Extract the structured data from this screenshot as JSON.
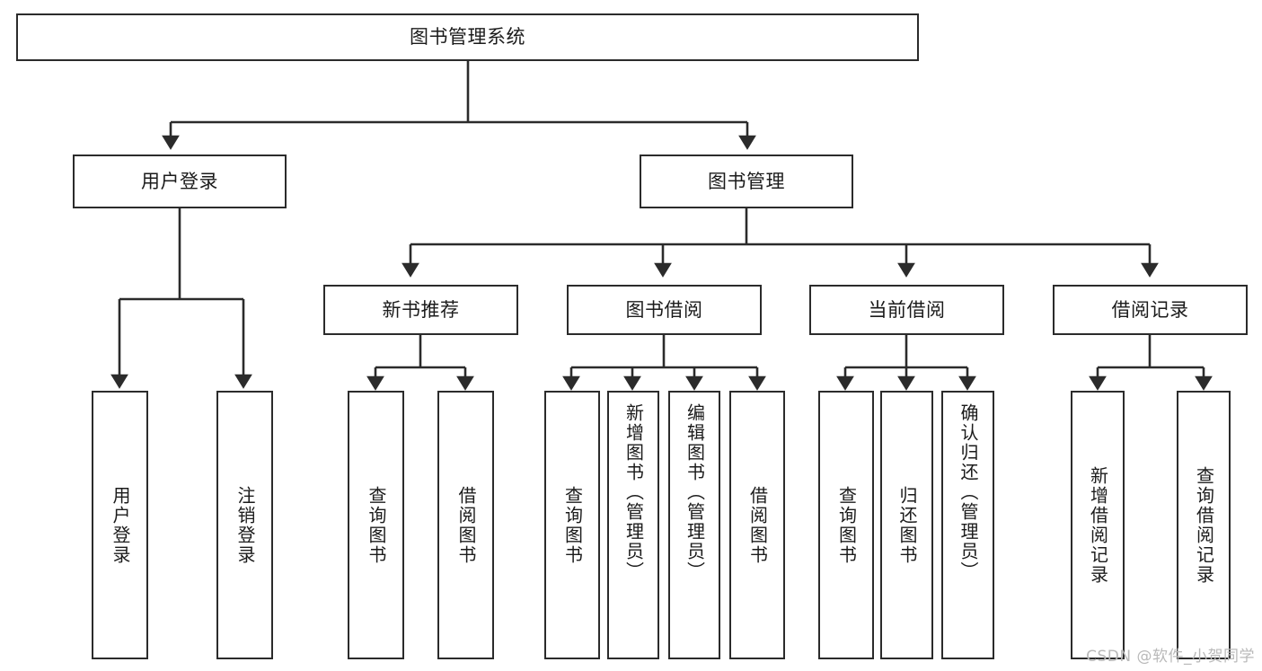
{
  "diagram": {
    "title": "图书管理系统",
    "watermark": "CSDN @软件_小贺同学",
    "colors": {
      "background": "#ffffff",
      "box_border": "#2b2b2b",
      "box_fill": "#ffffff",
      "connector": "#2b2b2b",
      "text": "#1b1b1b",
      "watermark": "#b9b9b9"
    },
    "levels": {
      "root": "图书管理系统",
      "level2": [
        "用户登录",
        "图书管理"
      ],
      "level3": [
        "新书推荐",
        "图书借阅",
        "当前借阅",
        "借阅记录"
      ]
    },
    "nodes": {
      "root": {
        "label": "图书管理系统"
      },
      "user_login": {
        "label": "用户登录"
      },
      "book_manage": {
        "label": "图书管理"
      },
      "new_book_rec": {
        "label": "新书推荐"
      },
      "book_borrow": {
        "label": "图书借阅"
      },
      "current_borrow": {
        "label": "当前借阅"
      },
      "borrow_record": {
        "label": "借阅记录"
      },
      "leaf_user_login": {
        "label": "用户登录"
      },
      "leaf_user_logout": {
        "label": "注销登录"
      },
      "leaf_query_book_1": {
        "label": "查询图书"
      },
      "leaf_borrow_book_1": {
        "label": "借阅图书"
      },
      "leaf_query_book_2": {
        "label": "查询图书"
      },
      "leaf_add_book_admin": {
        "label": "新增图书（管理员）"
      },
      "leaf_edit_book_admin": {
        "label": "编辑图书（管理员）"
      },
      "leaf_borrow_book_2": {
        "label": "借阅图书"
      },
      "leaf_query_book_3": {
        "label": "查询图书"
      },
      "leaf_return_book": {
        "label": "归还图书"
      },
      "leaf_confirm_return_admin": {
        "label": "确认归还（管理员）"
      },
      "leaf_add_borrow_record": {
        "label": "新增借阅记录"
      },
      "leaf_query_borrow_record": {
        "label": "查询借阅记录"
      }
    },
    "tree": [
      {
        "label": "图书管理系统",
        "children": [
          {
            "label": "用户登录",
            "children": [
              {
                "label": "用户登录"
              },
              {
                "label": "注销登录"
              }
            ]
          },
          {
            "label": "图书管理",
            "children": [
              {
                "label": "新书推荐",
                "children": [
                  {
                    "label": "查询图书"
                  },
                  {
                    "label": "借阅图书"
                  }
                ]
              },
              {
                "label": "图书借阅",
                "children": [
                  {
                    "label": "查询图书"
                  },
                  {
                    "label": "新增图书（管理员）"
                  },
                  {
                    "label": "编辑图书（管理员）"
                  },
                  {
                    "label": "借阅图书"
                  }
                ]
              },
              {
                "label": "当前借阅",
                "children": [
                  {
                    "label": "查询图书"
                  },
                  {
                    "label": "归还图书"
                  },
                  {
                    "label": "确认归还（管理员）"
                  }
                ]
              },
              {
                "label": "借阅记录",
                "children": [
                  {
                    "label": "新增借阅记录"
                  },
                  {
                    "label": "查询借阅记录"
                  }
                ]
              }
            ]
          }
        ]
      }
    ]
  }
}
